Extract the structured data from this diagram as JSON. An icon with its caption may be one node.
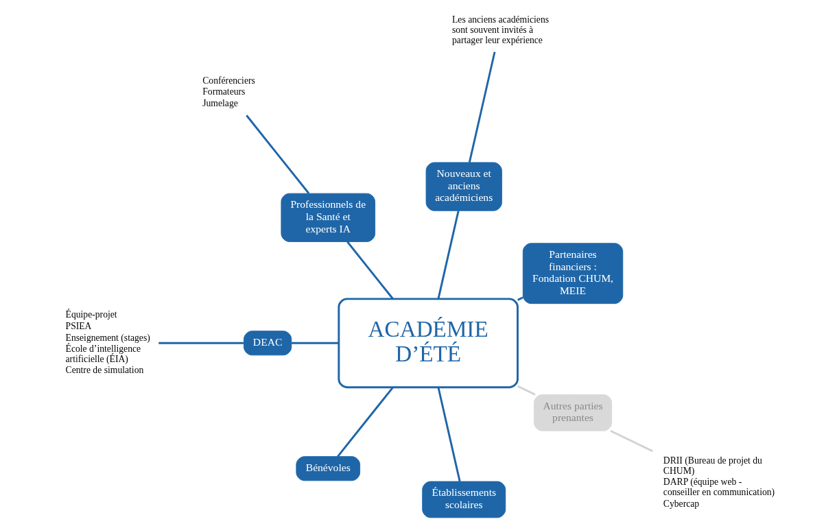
{
  "diagram": {
    "nodes": [
      {
        "text": [
          "ACADÉMIE D’ÉTÉ"
        ]
      },
      {
        "text": [
          "Partenaires financiers : Fondation CHUM, MEIE"
        ]
      },
      {
        "text": [
          "Nouveaux et anciens académiciens"
        ]
      },
      {
        "text": [
          "Les anciens académiciens sont souvent invités à partager leur expérience"
        ]
      },
      {
        "text": [
          "Professionnels de la Santé et experts IA"
        ]
      },
      {
        "text": [
          "Conférenciers",
          "Formateurs",
          "Jumelage"
        ]
      },
      {
        "text": [
          "DEAC"
        ]
      },
      {
        "text": [
          "Équipe-projet",
          "PSIEA",
          "Enseignement (stages)",
          "École d’intelligence artificielle (ÉIA)",
          "Centre de simulation"
        ]
      },
      {
        "text": [
          "Bénévoles"
        ]
      },
      {
        "text": [
          "Établissements scolaires"
        ]
      },
      {
        "text": [
          "Autres parties prenantes"
        ]
      },
      {
        "text": [
          "DRII (Bureau de projet du CHUM)",
          "DARP (équipe web - conseiller en communication)",
          "Cybercap"
        ]
      }
    ],
    "edges": [
      {
        "from": 0,
        "to": 1,
        "arrow": "none"
      },
      {
        "from": 0,
        "to": 2,
        "arrow": "none"
      },
      {
        "from": 2,
        "to": 3,
        "arrow": "none"
      },
      {
        "from": 0,
        "to": 4,
        "arrow": "none"
      },
      {
        "from": 4,
        "to": 5,
        "arrow": "none"
      },
      {
        "from": 0,
        "to": 6,
        "arrow": "none"
      },
      {
        "from": 6,
        "to": 7,
        "arrow": "none"
      },
      {
        "from": 0,
        "to": 8,
        "arrow": "none"
      },
      {
        "from": 0,
        "to": 9,
        "arrow": "none"
      },
      {
        "from": 0,
        "to": 10,
        "arrow": "none",
        "color": "#d3d3d3"
      },
      {
        "from": 10,
        "to": 11,
        "arrow": "none",
        "color": "#d3d3d3"
      }
    ]
  }
}
